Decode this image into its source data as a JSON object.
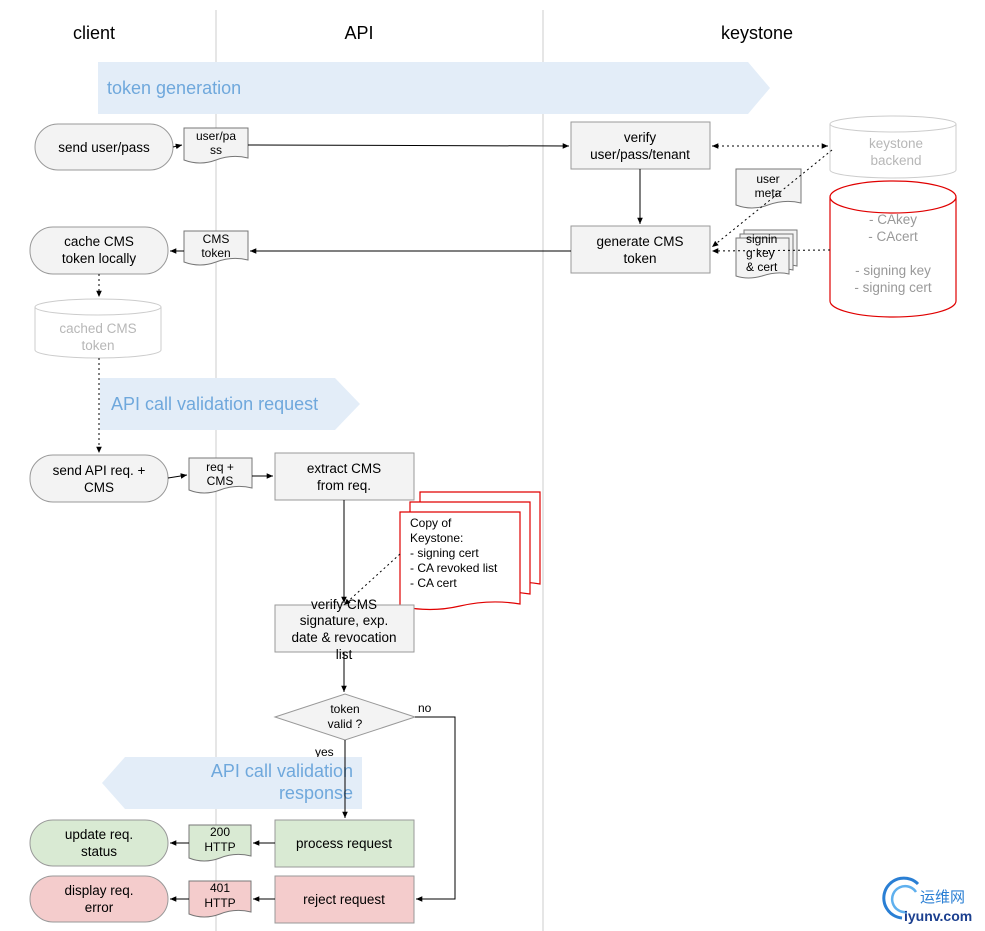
{
  "lanes": {
    "client": "client",
    "api": "API",
    "keystone": "keystone"
  },
  "bands": {
    "token_generation": "token generation",
    "validation_request": "API call validation request",
    "validation_response_1": "API call validation",
    "validation_response_2": "response"
  },
  "nodes": {
    "send_user_pass": "send user/pass",
    "user_pass_doc_1": "user/pa",
    "user_pass_doc_2": "ss",
    "verify_1": "verify",
    "verify_2": "user/pass/tenant",
    "keystone_backend_1": "keystone",
    "keystone_backend_2": "backend",
    "user_meta_1": "user",
    "user_meta_2": "meta",
    "generate_1": "generate CMS",
    "generate_2": "token",
    "signing_doc_1": "signin",
    "signing_doc_2": "g key",
    "signing_doc_3": "& cert",
    "ca_store_1": "- CAkey",
    "ca_store_2": "- CAcert",
    "ca_store_3": "- signing key",
    "ca_store_4": "- signing cert",
    "cms_token_doc_1": "CMS",
    "cms_token_doc_2": "token",
    "cache_1": "cache CMS",
    "cache_2": "token locally",
    "cached_store_1": "cached CMS",
    "cached_store_2": "token",
    "send_api_1": "send API req. +",
    "send_api_2": "CMS",
    "req_doc_1": "req +",
    "req_doc_2": "CMS",
    "extract_1": "extract CMS",
    "extract_2": "from req.",
    "copy_1": "Copy of",
    "copy_2": "Keystone:",
    "copy_3": "- signing cert",
    "copy_4": "- CA revoked list",
    "copy_5": "- CA cert",
    "verify_cms_1": "verify CMS",
    "verify_cms_2": "signature, exp.",
    "verify_cms_3": "date & revocation",
    "verify_cms_4": "list",
    "decision_1": "token",
    "decision_2": "valid ?",
    "no_label": "no",
    "yes_label": "yes",
    "process": "process request",
    "reject": "reject request",
    "http200_1": "200",
    "http200_2": "HTTP",
    "http401_1": "401",
    "http401_2": "HTTP",
    "update_1": "update req.",
    "update_2": "status",
    "display_1": "display req.",
    "display_2": "error"
  },
  "watermark": {
    "cn": "运维网",
    "en": "iyunv.com"
  },
  "colors": {
    "band": "#e3edf8",
    "band_text": "#6fa8dc",
    "box_fill": "#f3f3f3",
    "success_fill": "#d9ead3",
    "error_fill": "#f4cccc",
    "red_outline": "#e00000",
    "ghost": "#cccccc",
    "lane_line": "#cccccc"
  }
}
